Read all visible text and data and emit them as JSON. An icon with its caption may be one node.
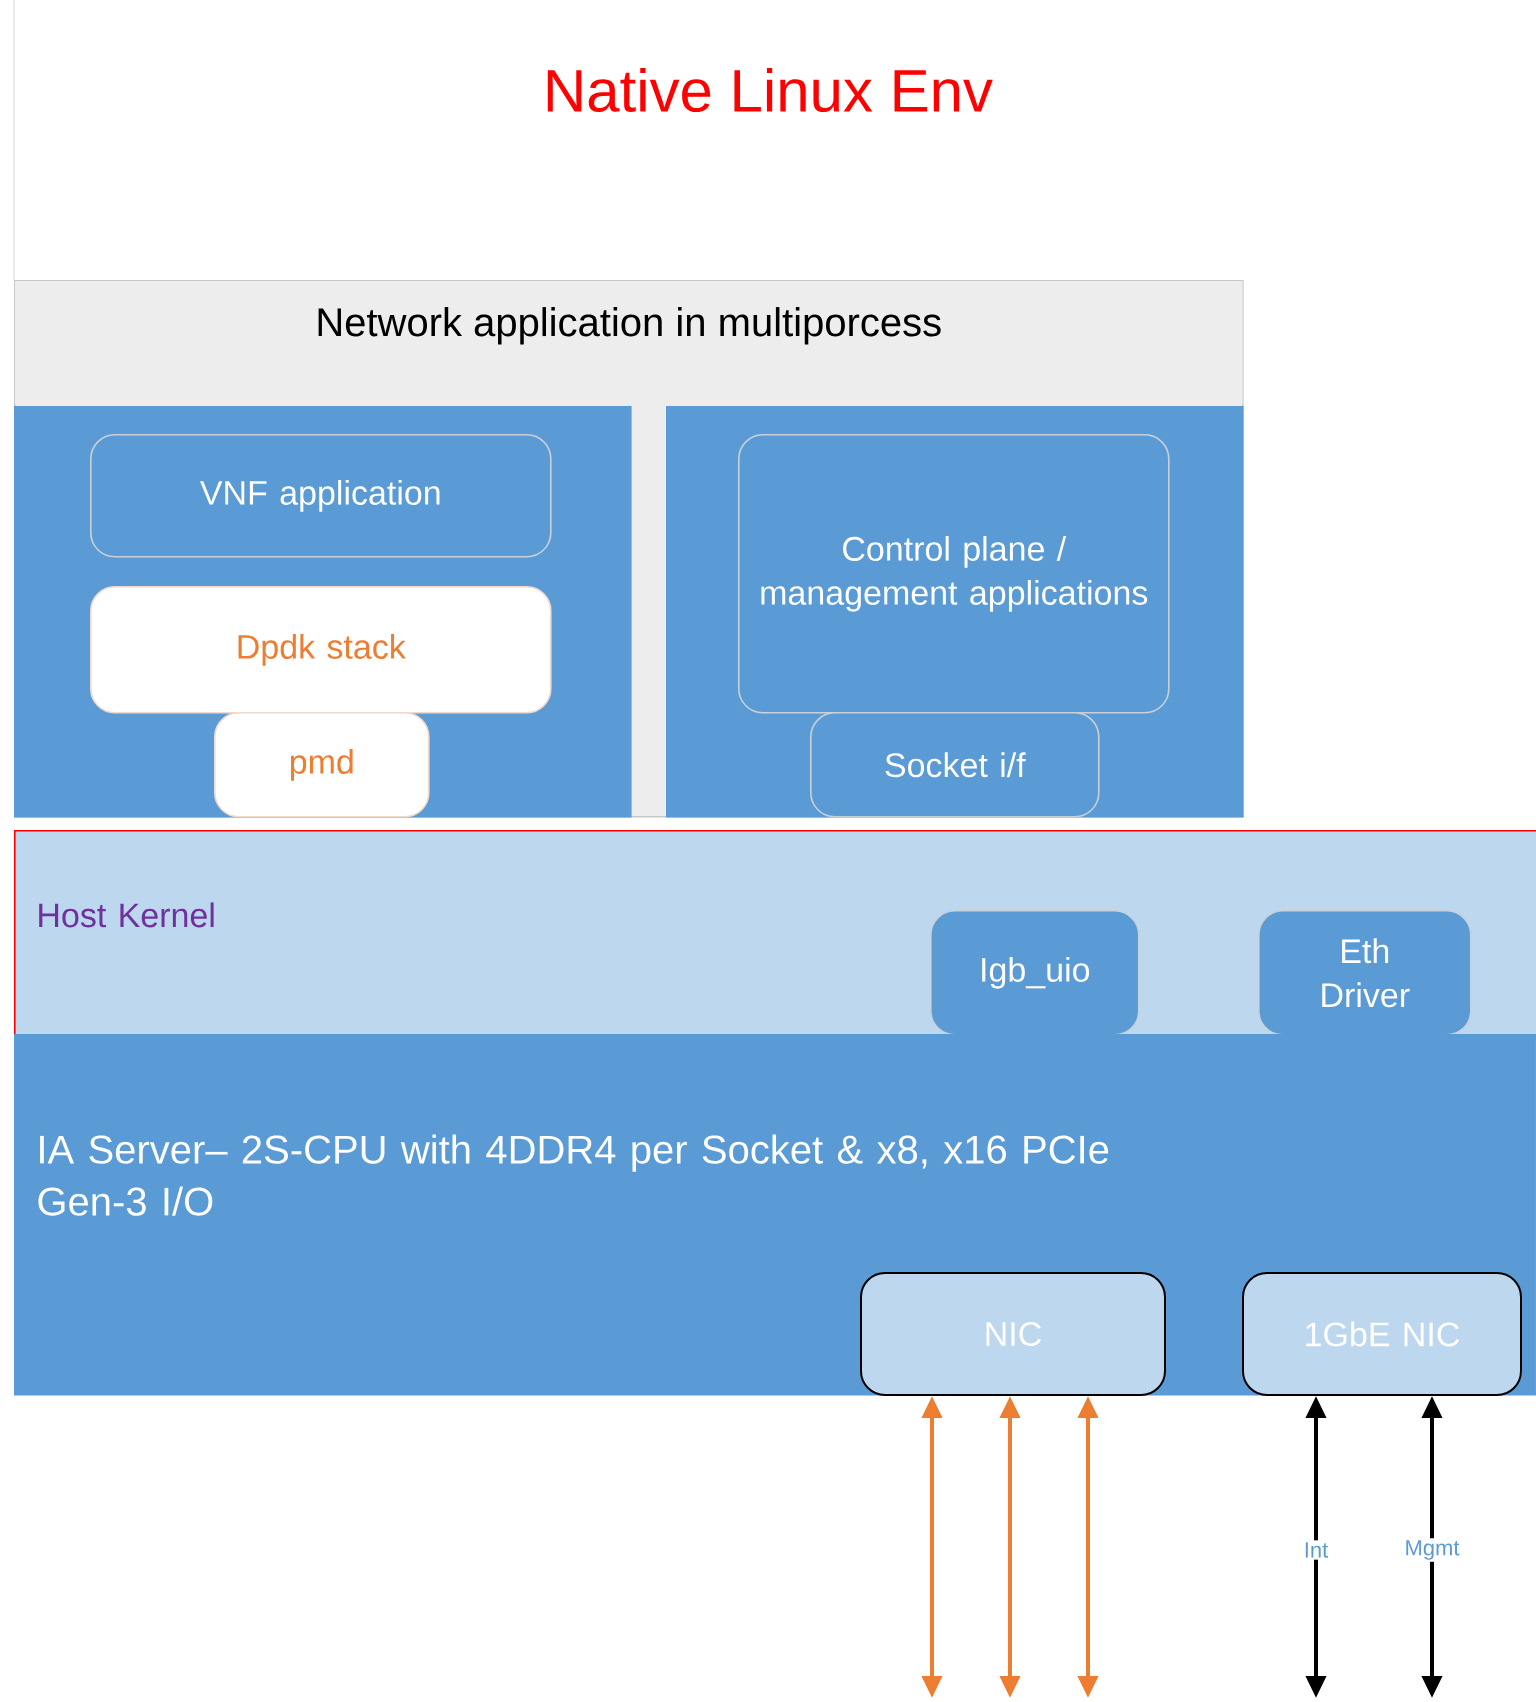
{
  "diagram": {
    "title": "Native Linux Env",
    "nodes": [
      {
        "text": [
          "Network application in multiporcess"
        ]
      },
      {
        "text": [],
        "shape": "box",
        "in": 0
      },
      {
        "text": [
          "VNF application"
        ],
        "in": 1
      },
      {
        "text": [
          "Dpdk stack"
        ],
        "in": 1
      },
      {
        "text": [
          "pmd"
        ],
        "in": 1
      },
      {
        "text": [],
        "shape": "box",
        "in": 0
      },
      {
        "text": [
          "Control plane / management applications"
        ],
        "in": 5
      },
      {
        "text": [
          "Socket i/f"
        ],
        "in": 5
      },
      {
        "text": [
          "Host Kernel"
        ]
      },
      {
        "text": [
          "Igb_uio"
        ],
        "in": 8
      },
      {
        "text": [
          "Eth Driver"
        ],
        "in": 8
      },
      {
        "text": [
          "IA Server– 2S-CPU with 4DDR4 per Socket & x8, x16 PCIe Gen-3 I/O"
        ]
      },
      {
        "text": [
          "NIC"
        ],
        "in": 11
      },
      {
        "text": [
          "1GbE NIC"
        ],
        "in": 11
      }
    ],
    "edges": [
      {
        "from": null,
        "to": 12,
        "arrow": "both",
        "color": "#ed7d31"
      },
      {
        "from": null,
        "to": 12,
        "arrow": "both",
        "color": "#ed7d31"
      },
      {
        "from": null,
        "to": 12,
        "arrow": "both",
        "color": "#ed7d31"
      },
      {
        "from": null,
        "to": 13,
        "arrow": "both",
        "label": "Int",
        "color": "#000000"
      },
      {
        "from": null,
        "to": 13,
        "arrow": "both",
        "label": "Mgmt",
        "color": "#000000"
      }
    ]
  }
}
